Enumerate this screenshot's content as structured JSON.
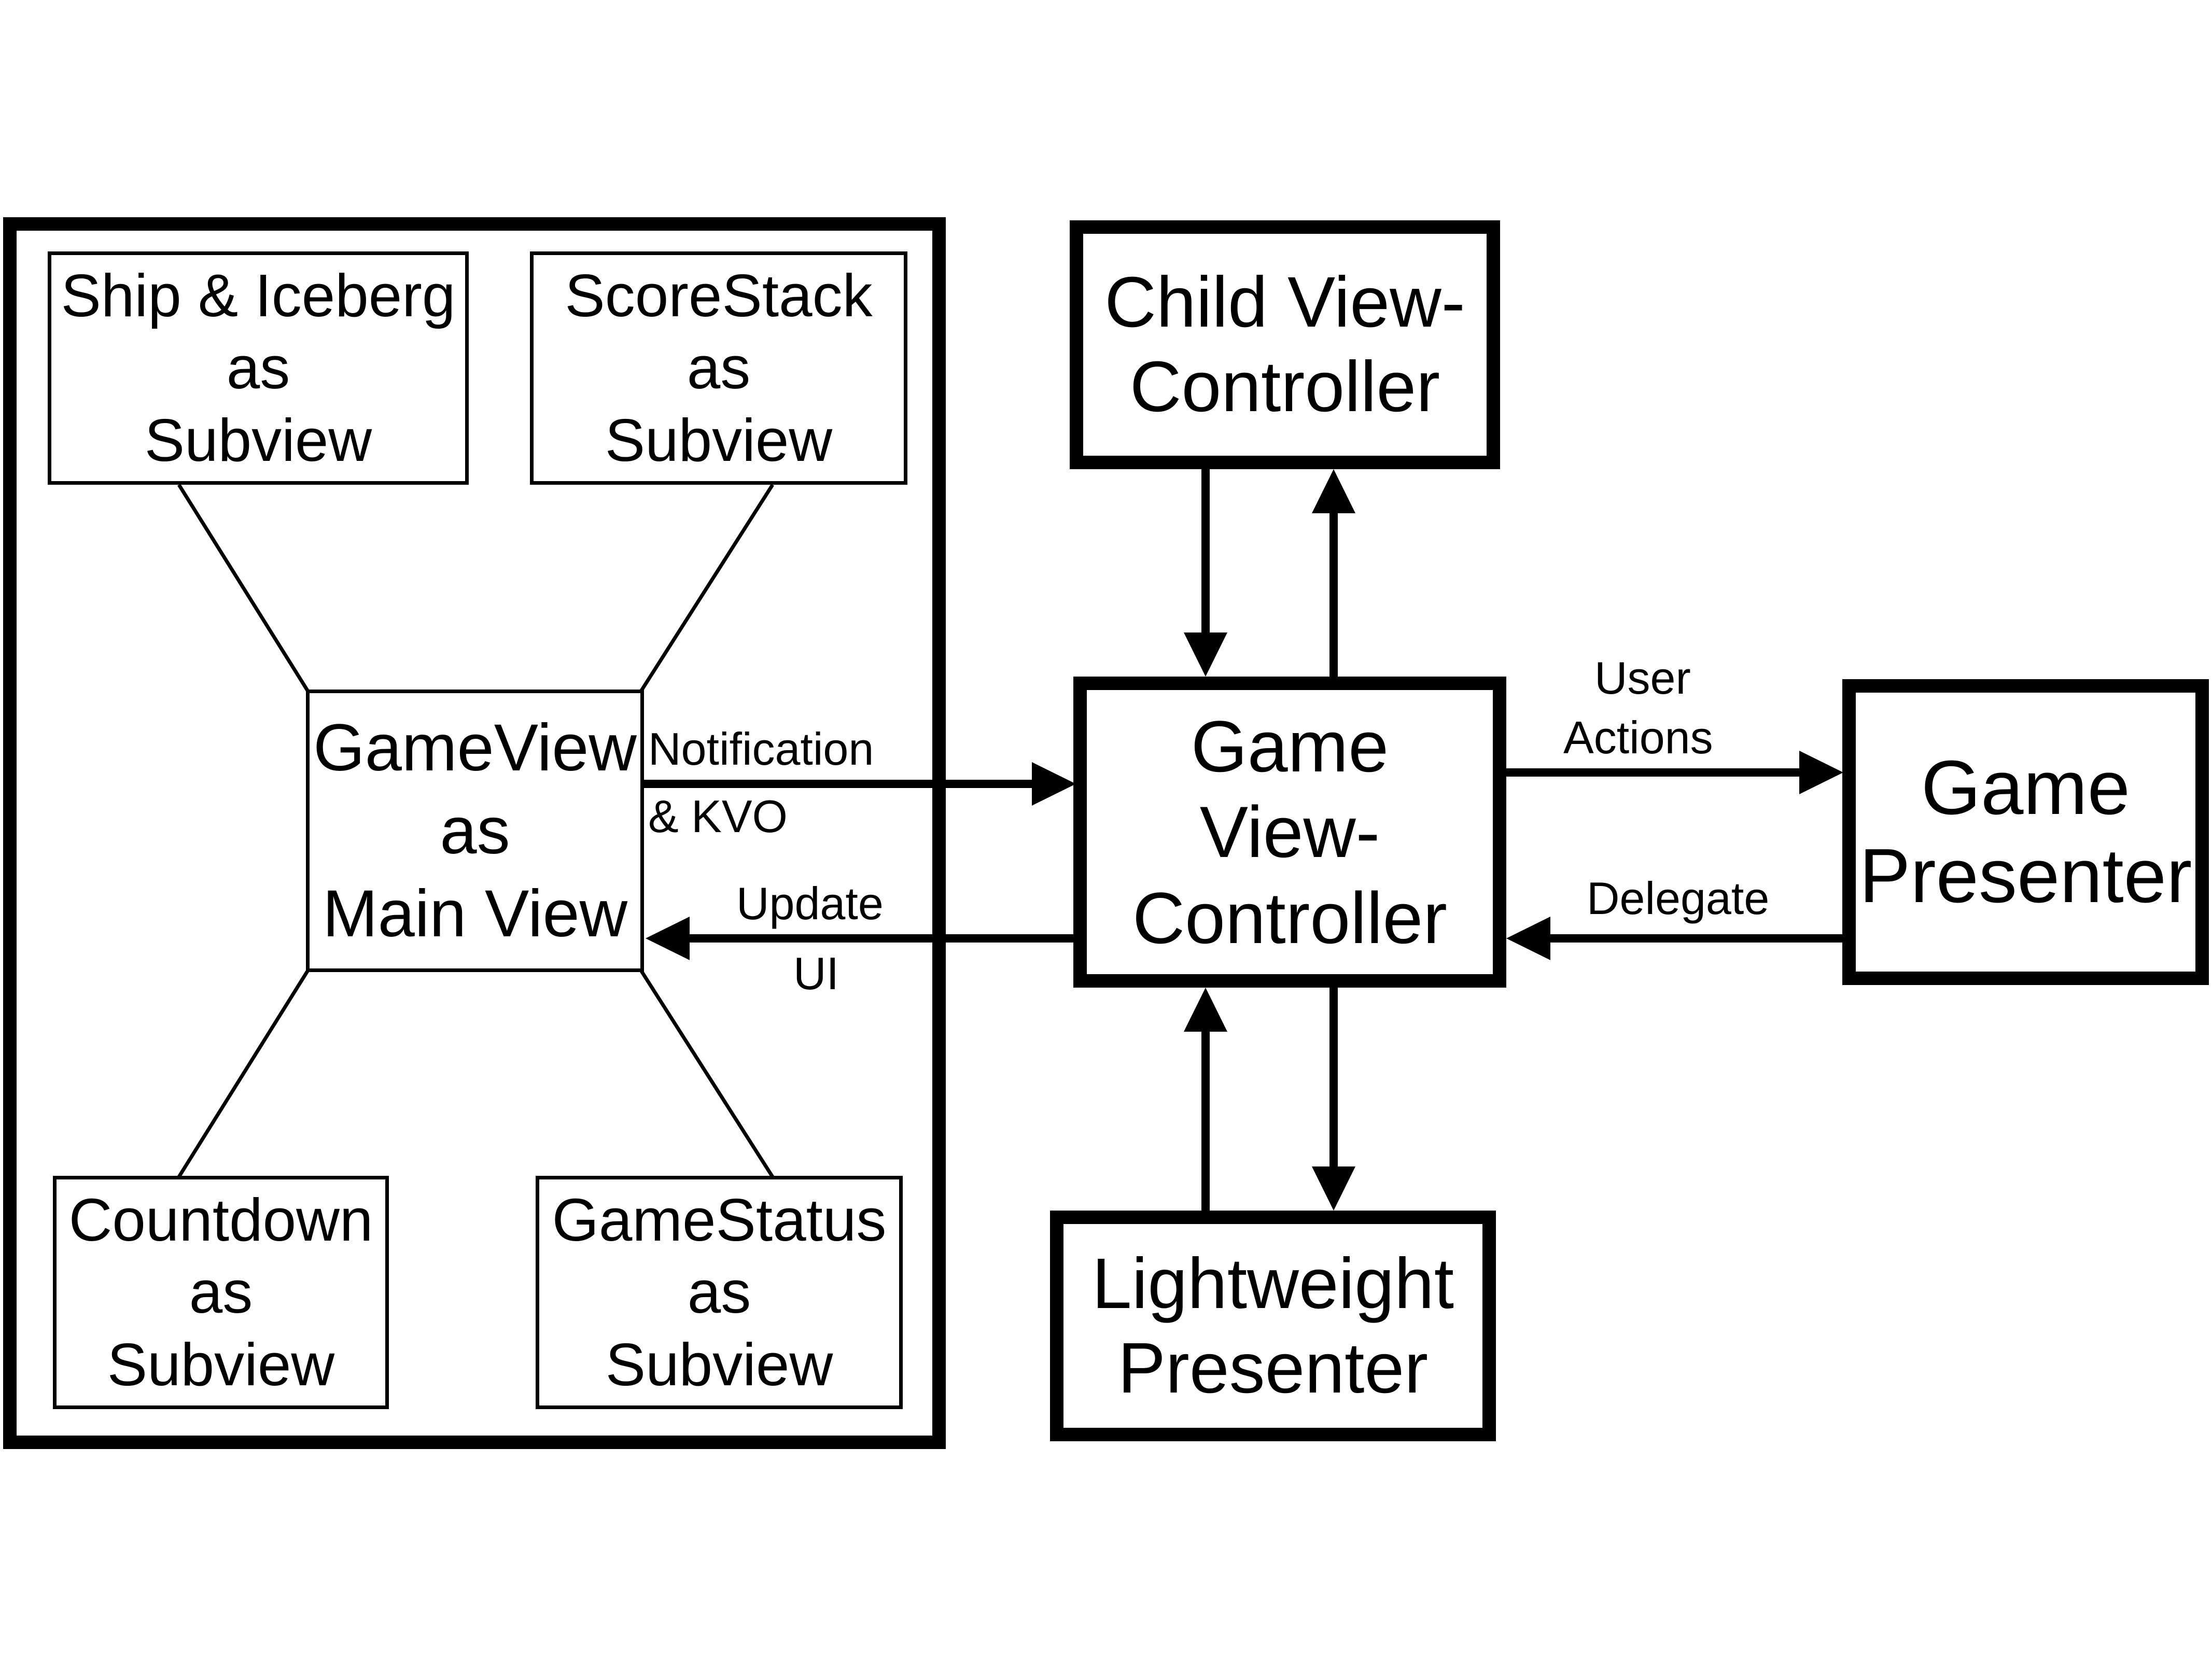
{
  "view_layer": {
    "subviews": {
      "ship_iceberg": [
        "Ship & Iceberg",
        "as",
        "Subview"
      ],
      "scorestack": [
        "ScoreStack",
        "as",
        "Subview"
      ],
      "countdown": [
        "Countdown",
        "as",
        "Subview"
      ],
      "gamestatus": [
        "GameStatus",
        "as",
        "Subview"
      ]
    },
    "main_view": [
      "GameView",
      "as",
      "Main View"
    ]
  },
  "child_view_controller": [
    "Child View-",
    "Controller"
  ],
  "game_view_controller": [
    "Game",
    "View-",
    "Controller"
  ],
  "game_presenter": [
    "Game",
    "Presenter"
  ],
  "lightweight_presenter": [
    "Lightweight",
    "Presenter"
  ],
  "edges": {
    "notification": [
      "Notification",
      "& KVO"
    ],
    "update_ui": [
      "Update",
      "UI"
    ],
    "user_actions": [
      "User",
      "Actions"
    ],
    "delegate": "Delegate"
  }
}
